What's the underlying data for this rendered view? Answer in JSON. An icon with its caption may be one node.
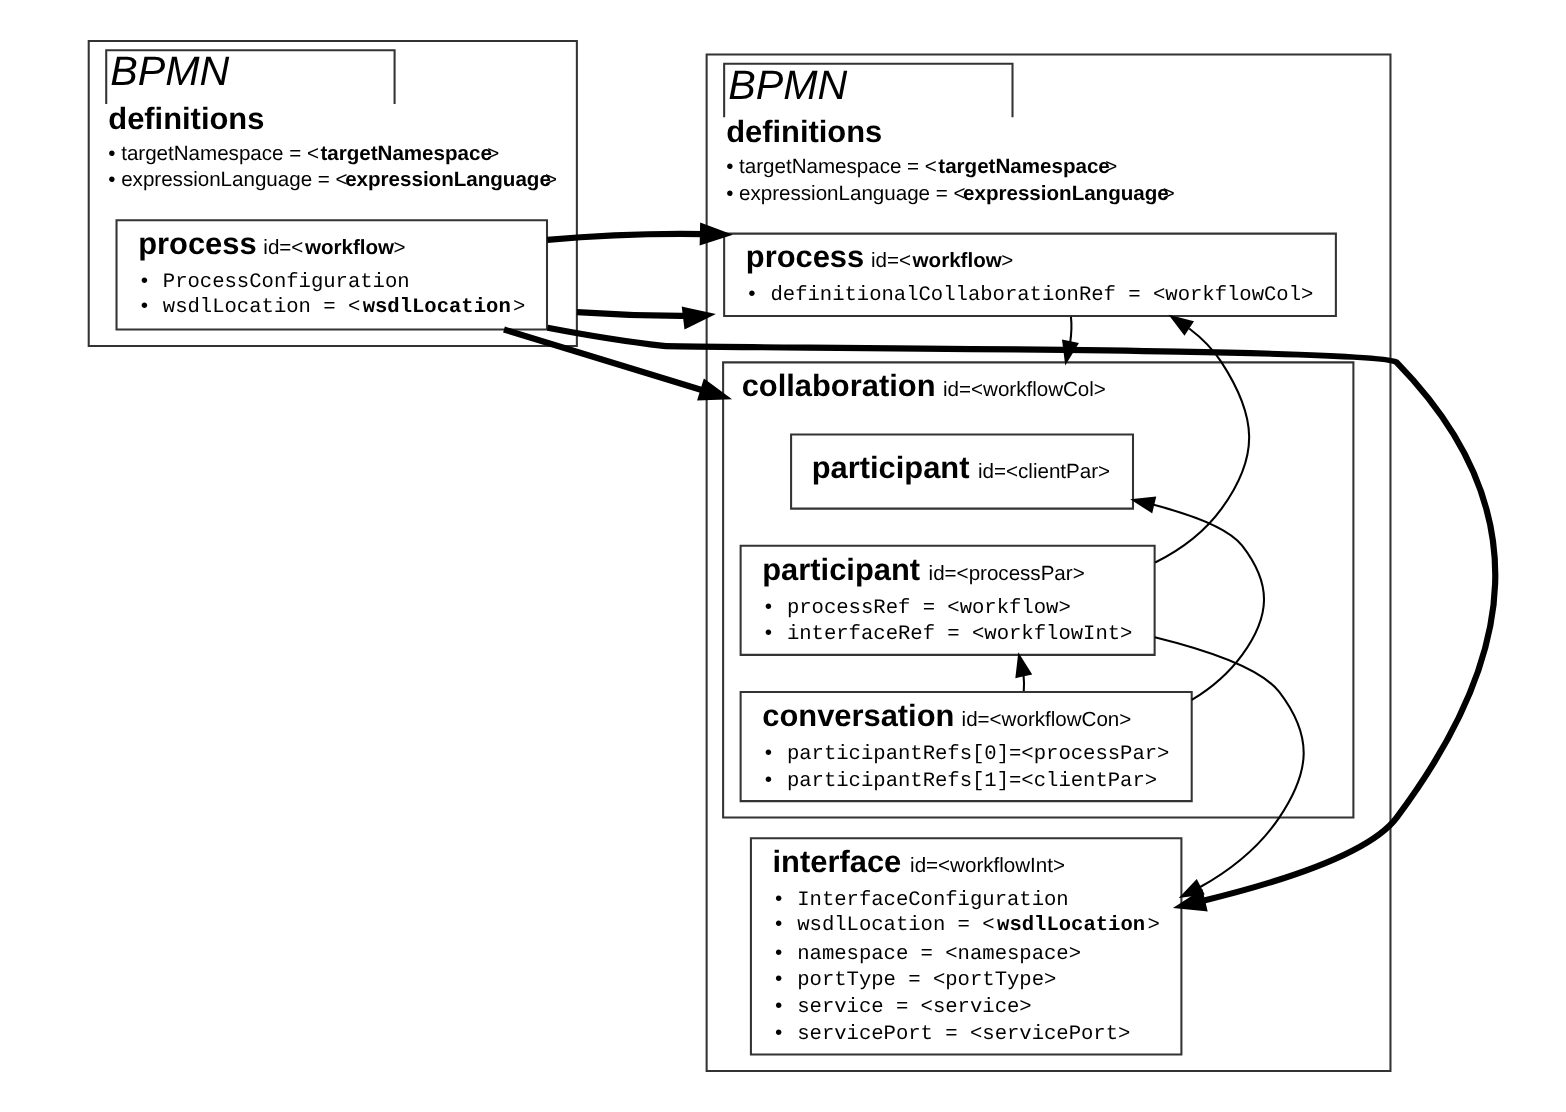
{
  "diagram": {
    "nodes": [
      {
        "text": [
          "BPMN",
          "**definitions**",
          "• targetNamespace = <**targetNamespace**>",
          "• expressionLanguage = <**expressionLanguage**>"
        ]
      },
      {
        "text": [
          "**process** id=<**workflow**>",
          "• ProcessConfiguration",
          "• wsdlLocation = <**wsdlLocation**>"
        ],
        "in": 0
      },
      {
        "text": [
          "BPMN",
          "**definitions**",
          "• targetNamespace = <**targetNamespace**>",
          "• expressionLanguage = <**expressionLanguage**>"
        ]
      },
      {
        "text": [
          "**process** id=<**workflow**>",
          "• definitionalCollaborationRef = <workflowCol>"
        ],
        "in": 2
      },
      {
        "text": [
          "**collaboration** id=<workflowCol>"
        ],
        "in": 2
      },
      {
        "text": [
          "**participant** id=<clientPar>"
        ],
        "in": 4
      },
      {
        "text": [
          "**participant** id=<processPar>",
          "• processRef = <workflow>",
          "• interfaceRef = <workflowInt>"
        ],
        "in": 4
      },
      {
        "text": [
          "**conversation** id=<workflowCon>",
          "• participantRefs[0]=<processPar>",
          "• participantRefs[1]=<clientPar>"
        ],
        "in": 4
      },
      {
        "text": [
          "**interface** id=<workflowInt>",
          "• InterfaceConfiguration",
          "• wsdlLocation = <**wsdlLocation**>",
          "• namespace = <namespace>",
          "• portType = <portType>",
          "• service = <service>",
          "• servicePort = <servicePort>"
        ],
        "in": 2
      }
    ],
    "edges": [
      {
        "from": 0,
        "to": 2,
        "arrow": "to",
        "style": "thick"
      },
      {
        "from": 1,
        "to": 3,
        "arrow": "to",
        "style": "thick"
      },
      {
        "from": 1,
        "to": 4,
        "arrow": "to",
        "style": "thick"
      },
      {
        "from": 1,
        "to": 8,
        "arrow": "to",
        "style": "thick"
      },
      {
        "from": 3,
        "to": 4,
        "arrow": "to"
      },
      {
        "from": 6,
        "to": 3,
        "arrow": "to"
      },
      {
        "from": 6,
        "to": 8,
        "arrow": "to"
      },
      {
        "from": 7,
        "to": 6,
        "arrow": "to"
      },
      {
        "from": 7,
        "to": 5,
        "arrow": "to"
      }
    ]
  }
}
